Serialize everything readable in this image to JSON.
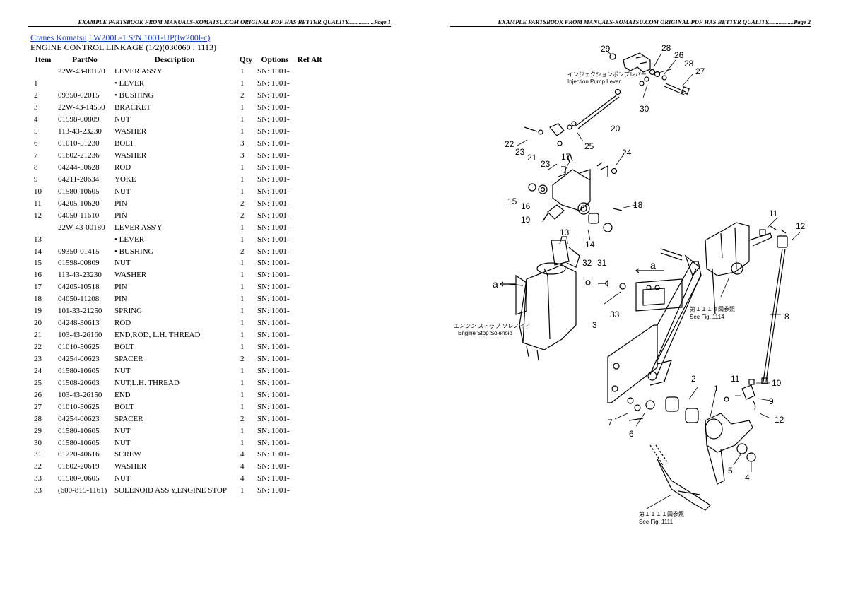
{
  "header": {
    "left": "EXAMPLE PARTSBOOK FROM MANUALS-KOMATSU.COM ORIGINAL PDF HAS BETTER QUALITY.................Page 1",
    "right": "EXAMPLE PARTSBOOK FROM MANUALS-KOMATSU.COM ORIGINAL PDF HAS BETTER QUALITY.................Page 2"
  },
  "breadcrumb": {
    "link1": "Cranes Komatsu",
    "link2": "LW200L-1 S/N 1001-UP(lw200l-c)"
  },
  "page_title": "ENGINE CONTROL LINKAGE (1/2)(030060 : 1113)",
  "table": {
    "columns": [
      "Item",
      "PartNo",
      "Description",
      "Qty",
      "Options",
      "Ref Alt"
    ],
    "rows": [
      [
        "",
        "22W-43-00170",
        "LEVER ASS'Y",
        "1",
        "SN: 1001-"
      ],
      [
        "1",
        "",
        "• LEVER",
        "1",
        "SN: 1001-"
      ],
      [
        "2",
        "09350-02015",
        "• BUSHING",
        "2",
        "SN: 1001-"
      ],
      [
        "3",
        "22W-43-14550",
        "BRACKET",
        "1",
        "SN: 1001-"
      ],
      [
        "4",
        "01598-00809",
        "NUT",
        "1",
        "SN: 1001-"
      ],
      [
        "5",
        "113-43-23230",
        "WASHER",
        "1",
        "SN: 1001-"
      ],
      [
        "6",
        "01010-51230",
        "BOLT",
        "3",
        "SN: 1001-"
      ],
      [
        "7",
        "01602-21236",
        "WASHER",
        "3",
        "SN: 1001-"
      ],
      [
        "8",
        "04244-50628",
        "ROD",
        "1",
        "SN: 1001-"
      ],
      [
        "9",
        "04211-20634",
        "YOKE",
        "1",
        "SN: 1001-"
      ],
      [
        "10",
        "01580-10605",
        "NUT",
        "1",
        "SN: 1001-"
      ],
      [
        "11",
        "04205-10620",
        "PIN",
        "2",
        "SN: 1001-"
      ],
      [
        "12",
        "04050-11610",
        "PIN",
        "2",
        "SN: 1001-"
      ],
      [
        "",
        "22W-43-00180",
        "LEVER ASS'Y",
        "1",
        "SN: 1001-"
      ],
      [
        "13",
        "",
        "• LEVER",
        "1",
        "SN: 1001-"
      ],
      [
        "14",
        "09350-01415",
        "• BUSHING",
        "2",
        "SN: 1001-"
      ],
      [
        "15",
        "01598-00809",
        "NUT",
        "1",
        "SN: 1001-"
      ],
      [
        "16",
        "113-43-23230",
        "WASHER",
        "1",
        "SN: 1001-"
      ],
      [
        "17",
        "04205-10518",
        "PIN",
        "1",
        "SN: 1001-"
      ],
      [
        "18",
        "04050-11208",
        "PIN",
        "1",
        "SN: 1001-"
      ],
      [
        "19",
        "101-33-21250",
        "SPRING",
        "1",
        "SN: 1001-"
      ],
      [
        "20",
        "04248-30613",
        "ROD",
        "1",
        "SN: 1001-"
      ],
      [
        "21",
        "103-43-26160",
        "END,ROD, L.H. THREAD",
        "1",
        "SN: 1001-"
      ],
      [
        "22",
        "01010-50625",
        "BOLT",
        "1",
        "SN: 1001-"
      ],
      [
        "23",
        "04254-00623",
        "SPACER",
        "2",
        "SN: 1001-"
      ],
      [
        "24",
        "01580-10605",
        "NUT",
        "1",
        "SN: 1001-"
      ],
      [
        "25",
        "01508-20603",
        "NUT,L.H. THREAD",
        "1",
        "SN: 1001-"
      ],
      [
        "26",
        "103-43-26150",
        "END",
        "1",
        "SN: 1001-"
      ],
      [
        "27",
        "01010-50625",
        "BOLT",
        "1",
        "SN: 1001-"
      ],
      [
        "28",
        "04254-00623",
        "SPACER",
        "2",
        "SN: 1001-"
      ],
      [
        "29",
        "01580-10605",
        "NUT",
        "1",
        "SN: 1001-"
      ],
      [
        "30",
        "01580-10605",
        "NUT",
        "1",
        "SN: 1001-"
      ],
      [
        "31",
        "01220-40616",
        "SCREW",
        "4",
        "SN: 1001-"
      ],
      [
        "32",
        "01602-20619",
        "WASHER",
        "4",
        "SN: 1001-"
      ],
      [
        "33",
        "01580-00605",
        "NUT",
        "4",
        "SN: 1001-"
      ],
      [
        "33",
        "(600-815-1161)",
        "SOLENOID ASS'Y,ENGINE STOP",
        "1",
        "SN: 1001-"
      ]
    ]
  },
  "diagram": {
    "pump_lever_jp": "インジェクションポンプレバー",
    "pump_lever_en": "Injection Pump Lever",
    "solenoid_jp": "エンジン ストップ ソレノイド",
    "solenoid_en": "Engine Stop Solenoid",
    "ref_top_jp": "第１１１４図参照",
    "ref_top_en": "See Fig. 1114",
    "ref_bottom_jp": "第１１１１図参照",
    "ref_bottom_en": "See Fig. 1111",
    "arrow_label": "a",
    "callouts": [
      "29",
      "28",
      "26",
      "28",
      "27",
      "30",
      "20",
      "22",
      "23",
      "21",
      "25",
      "23",
      "24",
      "17",
      "15",
      "16",
      "18",
      "19",
      "13",
      "14",
      "11",
      "12",
      "32",
      "31",
      "33",
      "3",
      "8",
      "2",
      "1",
      "11",
      "10",
      "9",
      "12",
      "7",
      "6",
      "5",
      "4"
    ]
  },
  "colors": {
    "link": "#1a3fd4",
    "text": "#000000"
  }
}
